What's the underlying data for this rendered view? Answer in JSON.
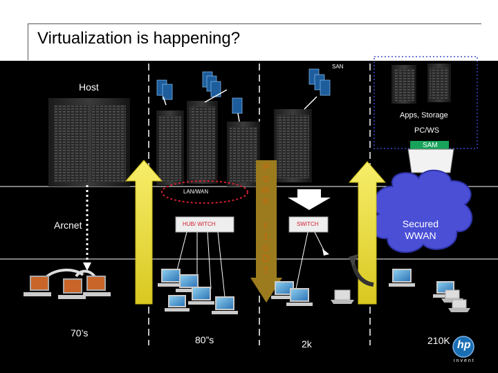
{
  "slide": {
    "title": "Virtualization is happening?",
    "labels": {
      "san": "SAN",
      "host": "Host",
      "apps_storage": "Apps, Storage",
      "pc_ws": "PC/WS",
      "sam": "SAM",
      "lan_wan": "LAN/WAN",
      "hub_switch": "HUB/ WITCH",
      "switch": "SWITCH",
      "arcnet": "Arcnet",
      "secured_wwan": "Secured WWAN",
      "power_dt": [
        "P",
        "o",
        "w",
        "e",
        "r",
        "t",
        "o",
        "D",
        "T"
      ]
    },
    "eras": [
      "70’s",
      "80”s",
      "2k",
      "210K"
    ],
    "logo": {
      "brand": "hp",
      "tagline": "invent"
    },
    "colors": {
      "background": "#000000",
      "arrow_up": "#f5e84a",
      "arrow_down": "#9b7b1e",
      "cloud": "#4a4fd6",
      "sam_box": "#17a35a",
      "san_box": "#3c48c9",
      "lan_ellipse": "#d21f2f",
      "logo": "#1a6fb4"
    }
  }
}
